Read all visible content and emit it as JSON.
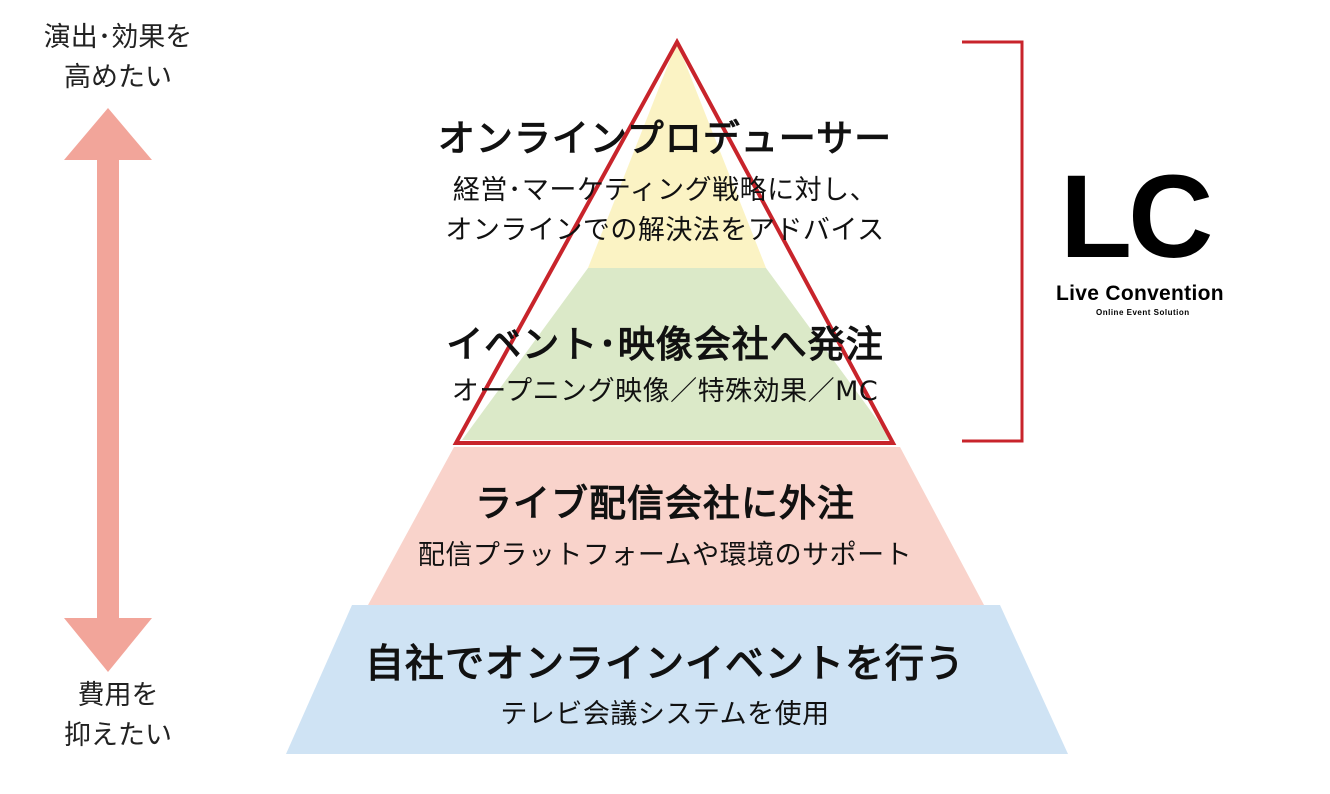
{
  "axis": {
    "top_label_line1": "演出･効果を",
    "top_label_line2": "高めたい",
    "bottom_label_line1": "費用を",
    "bottom_label_line2": "抑えたい",
    "arrow_color": "#f2a59a"
  },
  "tiers": [
    {
      "title": "オンラインプロデューサー",
      "desc_line1": "経営･マーケティング戦略に対し、",
      "desc_line2": "オンラインでの解決法をアドバイス",
      "color": "#fbf3c4"
    },
    {
      "title": "イベント･映像会社へ発注",
      "desc_line1": "オープニング映像／特殊効果／MC",
      "color": "#dbe9c8"
    },
    {
      "title": "ライブ配信会社に外注",
      "desc_line1": "配信プラットフォームや環境のサポート",
      "color": "#f9d3cb"
    },
    {
      "title": "自社でオンラインイベントを行う",
      "desc_line1": "テレビ会議システムを使用",
      "color": "#cfe3f4"
    }
  ],
  "highlight": {
    "outline_color": "#c8242b"
  },
  "logo": {
    "mark": "LC",
    "name": "Live Convention",
    "tagline": "Online Event Solution"
  }
}
